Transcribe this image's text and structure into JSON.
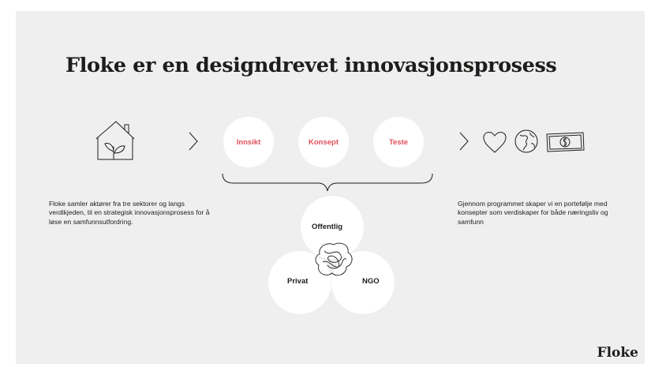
{
  "title": "Floke er en designdrevet innovasjonsprosess",
  "process": {
    "steps": [
      "Innsikt",
      "Konsept",
      "Teste"
    ]
  },
  "left_text": "Floke samler aktører fra tre sektorer og langs verdikjeden, til en strategisk innovasjonsprosess for å løse en samfunnsutfordring.",
  "right_text": "Gjennom programmet skaper vi en portefølje med konsepter som verdiskaper for både næringsliv og samfunn",
  "venn": {
    "top": "Offentlig",
    "left": "Privat",
    "right": "NGO"
  },
  "brand": "Floke",
  "icons": {
    "left": "house-plant-icon",
    "outcomes": [
      "heart-icon",
      "globe-icon",
      "money-icon"
    ]
  },
  "colors": {
    "accent": "#e0505a",
    "background": "#efefef",
    "text": "#1d1d1b"
  }
}
